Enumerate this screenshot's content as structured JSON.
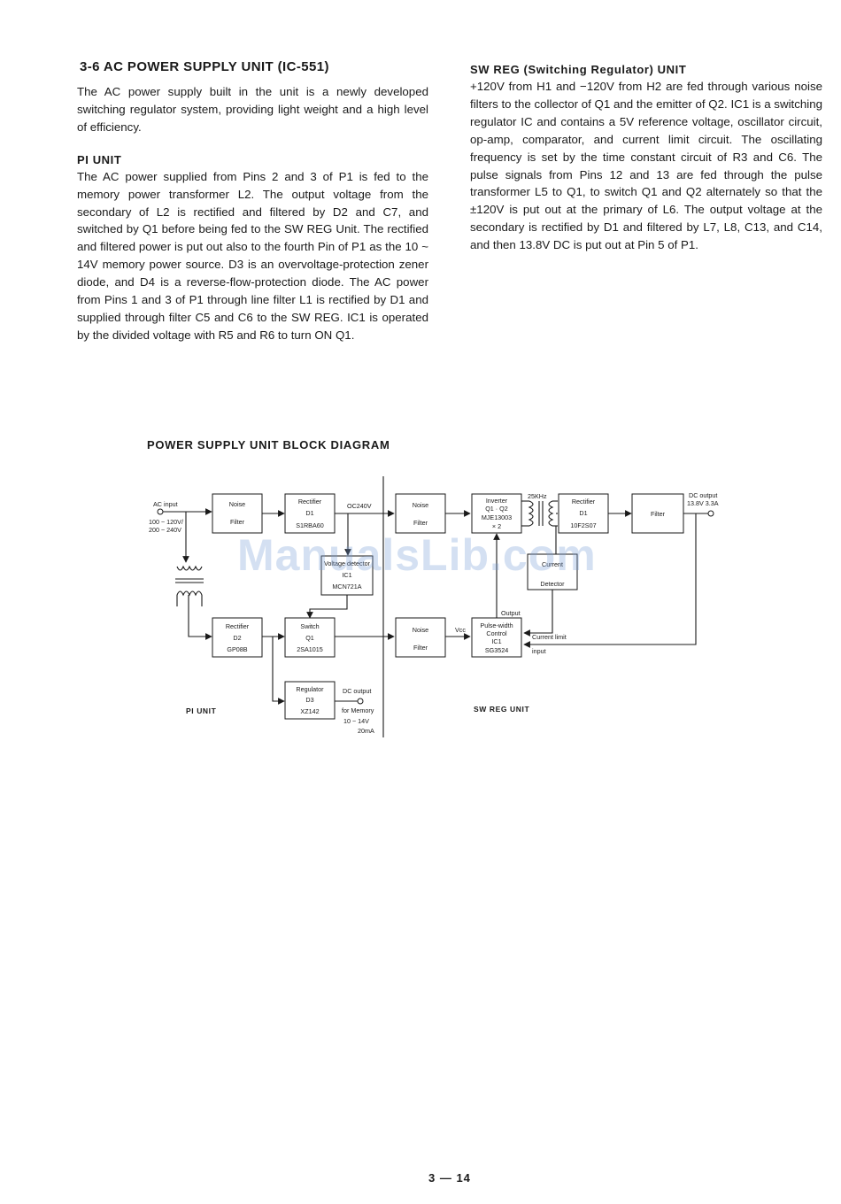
{
  "left_column": {
    "heading": "3-6  AC POWER SUPPLY UNIT (IC-551)",
    "intro": "The AC power supply built in the unit is a newly developed switching regulator system, providing light weight and a high level of efficiency.",
    "pi_heading": "PI UNIT",
    "pi_text": "The AC power supplied from Pins 2 and 3 of P1 is fed to the memory power transformer L2. The output voltage from the secondary of L2 is rectified and filtered by D2 and C7, and switched by Q1 before being fed to the SW REG Unit. The rectified and filtered power is put out also to the fourth Pin of P1 as the 10 ~ 14V memory power source. D3 is an overvoltage-protection zener diode, and D4 is a reverse-flow-protection diode. The AC power from Pins 1 and 3 of P1 through line filter L1 is rectified by D1 and supplied through filter C5 and C6 to the SW REG. IC1 is operated by the divided voltage with R5 and R6 to turn ON Q1."
  },
  "right_column": {
    "heading": "SW REG (Switching Regulator) UNIT",
    "text": "+120V from H1 and −120V from H2 are fed through various noise filters to the collector of Q1 and the emitter of Q2. IC1 is a switching regulator IC and contains a 5V reference voltage, oscillator circuit, op-amp, comparator, and current limit circuit. The oscillating frequency is set by the time constant circuit of R3 and C6. The pulse signals from Pins 12 and 13 are fed through the pulse transformer L5 to Q1, to switch Q1 and Q2 alternately so that the ±120V is put out at the primary of L6. The output voltage at the secondary is rectified by D1 and filtered by L7, L8, C13, and C14, and then 13.8V DC is put out at Pin 5 of P1."
  },
  "diagram": {
    "title": "POWER SUPPLY UNIT BLOCK DIAGRAM",
    "ac_input": {
      "label": "AC input",
      "range1": "100 ~ 120V/",
      "range2": "200 ~ 240V"
    },
    "blocks": {
      "noise_filter_1": {
        "line1": "Noise",
        "line2": "Filter"
      },
      "rectifier_d1": {
        "line1": "Rectifier",
        "line2": "D1",
        "line3": "S1RBA60"
      },
      "voltage_det": {
        "line1": "Voltage detector",
        "line2": "IC1",
        "line3": "MCN721A"
      },
      "rectifier_d2": {
        "line1": "Rectifier",
        "line2": "D2",
        "line3": "GP08B"
      },
      "switch_q1": {
        "line1": "Switch",
        "line2": "Q1",
        "line3": "2SA1015"
      },
      "regulator_d3": {
        "line1": "Regulator",
        "line2": "D3",
        "line3": "XZ142"
      },
      "noise_filter_2": {
        "line1": "Noise",
        "line2": "Filter"
      },
      "noise_filter_3": {
        "line1": "Noise",
        "line2": "Filter"
      },
      "inverter": {
        "line1": "Inverter",
        "line2": "Q1 · Q2",
        "line3": "MJE13003",
        "line4": "× 2"
      },
      "rectifier_sw": {
        "line1": "Rectifier",
        "line2": "D1",
        "line3": "10F2S07"
      },
      "filter": {
        "line1": "Filter"
      },
      "detector": {
        "line1": "Current",
        "line2": "Detector"
      },
      "pwm": {
        "line1": "Pulse-width",
        "line2": "Control",
        "line3": "IC1",
        "line4": "SG3524"
      }
    },
    "labels": {
      "oc240v": "OC240V",
      "freq": "25KHz",
      "dc_out_main": "DC output",
      "dc_out_main_val": "13.8V 3.3A",
      "vcc": "Vcc",
      "output": "Output",
      "current_limit": "Current limit",
      "input": "input",
      "dc_out_mem": "DC output",
      "for_memory": "for Memory",
      "mem_range": "10 ~ 14V",
      "mem_current": "20mA",
      "pi_unit": "PI UNIT",
      "sw_reg_unit": "SW REG UNIT"
    }
  },
  "watermark": "ManualsLib.com",
  "page_number": "3 — 14"
}
